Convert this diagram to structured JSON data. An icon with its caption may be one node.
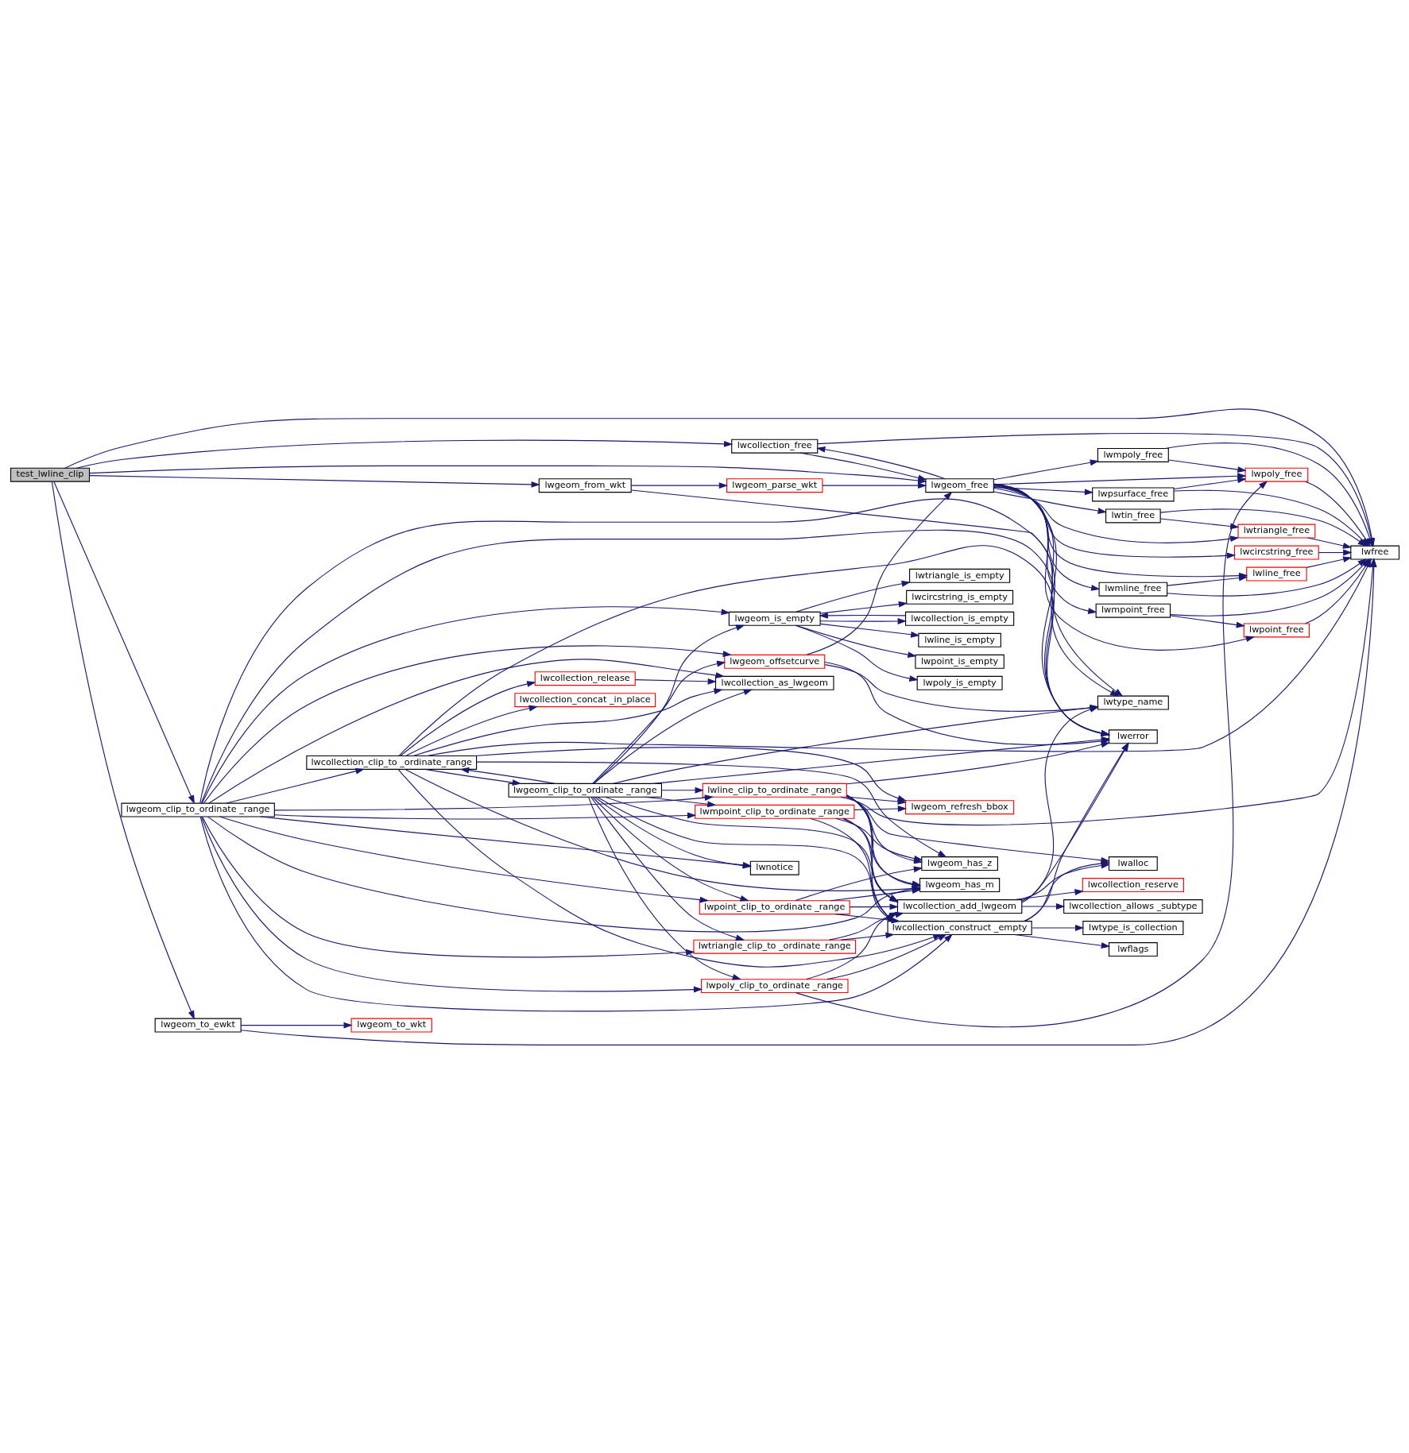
{
  "diagram": {
    "nodes": [
      {
        "text": [
          "test_lwline_clip"
        ]
      },
      {
        "text": [
          "lwcollection_free"
        ]
      },
      {
        "text": [
          "lwfree"
        ]
      },
      {
        "text": [
          "lwgeom_free"
        ]
      },
      {
        "text": [
          "lwgeom_from_wkt"
        ]
      },
      {
        "text": [
          "lwgeom_parse_wkt"
        ]
      },
      {
        "text": [
          "lwtin_free"
        ]
      },
      {
        "text": [
          "lwtriangle_free"
        ]
      },
      {
        "text": [
          "lwcircstring_free"
        ]
      },
      {
        "text": [
          "lwline_free"
        ]
      },
      {
        "text": [
          "lwmline_free"
        ]
      },
      {
        "text": [
          "lwmpoint_free"
        ]
      },
      {
        "text": [
          "lwpoint_free"
        ]
      },
      {
        "text": [
          "lwmpoly_free"
        ]
      },
      {
        "text": [
          "lwpoly_free"
        ]
      },
      {
        "text": [
          "lwpsurface_free"
        ]
      },
      {
        "text": [
          "lwtype_name"
        ]
      },
      {
        "text": [
          "lwerror"
        ]
      },
      {
        "text": [
          "lwgeom_clip_to_ordinate _range"
        ]
      },
      {
        "text": [
          "lwcollection_clip_to _ordinate_range"
        ]
      },
      {
        "text": [
          "lwgeom_clip_to_ordinate _range"
        ]
      },
      {
        "text": [
          "lwgeom_offsetcurve"
        ]
      },
      {
        "text": [
          "lwgeom_is_empty"
        ]
      },
      {
        "text": [
          "lwpoint_is_empty"
        ]
      },
      {
        "text": [
          "lwpoly_is_empty"
        ]
      },
      {
        "text": [
          "lwtriangle_is_empty"
        ]
      },
      {
        "text": [
          "lwcircstring_is_empty"
        ]
      },
      {
        "text": [
          "lwcollection_is_empty"
        ]
      },
      {
        "text": [
          "lwline_is_empty"
        ]
      },
      {
        "text": [
          "lwcollection_as_lwgeom"
        ]
      },
      {
        "text": [
          "lwcollection_concat _in_place"
        ]
      },
      {
        "text": [
          "lwcollection_release"
        ]
      },
      {
        "text": [
          "lwpoly_clip_to_ordinate _range"
        ]
      },
      {
        "text": [
          "lwcollection_construct _empty"
        ]
      },
      {
        "text": [
          "lwtype_is_collection"
        ]
      },
      {
        "text": [
          "lwflags"
        ]
      },
      {
        "text": [
          "lwnotice"
        ]
      },
      {
        "text": [
          "lwtriangle_clip_to _ordinate_range"
        ]
      },
      {
        "text": [
          "lwcollection_add_lwgeom"
        ]
      },
      {
        "text": [
          "lwcollection_reserve"
        ]
      },
      {
        "text": [
          "lwalloc"
        ]
      },
      {
        "text": [
          "lwpoint_clip_to_ordinate _range"
        ]
      },
      {
        "text": [
          "lwcollection_allows _subtype"
        ]
      },
      {
        "text": [
          "lwmpoint_clip_to_ordinate _range"
        ]
      },
      {
        "text": [
          "lwgeom_has_m"
        ]
      },
      {
        "text": [
          "lwgeom_refresh_bbox"
        ]
      },
      {
        "text": [
          "lwgeom_has_z"
        ]
      },
      {
        "text": [
          "lwline_clip_to_ordinate _range"
        ]
      },
      {
        "text": [
          "lwgeom_to_ewkt"
        ]
      },
      {
        "text": [
          "lwgeom_to_wkt"
        ]
      }
    ],
    "edges": [
      {
        "from": 0,
        "to": 2,
        "arrow": "to"
      },
      {
        "from": 0,
        "to": 1,
        "arrow": "to"
      },
      {
        "from": 0,
        "to": 3,
        "arrow": "to"
      },
      {
        "from": 0,
        "to": 4,
        "arrow": "to"
      },
      {
        "from": 0,
        "to": 18,
        "arrow": "to"
      },
      {
        "from": 0,
        "to": 48,
        "arrow": "to"
      },
      {
        "from": 1,
        "to": 2,
        "arrow": "to"
      },
      {
        "from": 1,
        "to": 3,
        "arrow": "to"
      },
      {
        "from": 3,
        "to": 1,
        "arrow": "to"
      },
      {
        "from": 4,
        "to": 5,
        "arrow": "to"
      },
      {
        "from": 4,
        "to": 17,
        "arrow": "to"
      },
      {
        "from": 5,
        "to": 3,
        "arrow": "to"
      },
      {
        "from": 3,
        "to": 6,
        "arrow": "to"
      },
      {
        "from": 3,
        "to": 7,
        "arrow": "to"
      },
      {
        "from": 3,
        "to": 8,
        "arrow": "to"
      },
      {
        "from": 3,
        "to": 9,
        "arrow": "to"
      },
      {
        "from": 3,
        "to": 10,
        "arrow": "to"
      },
      {
        "from": 3,
        "to": 11,
        "arrow": "to"
      },
      {
        "from": 3,
        "to": 12,
        "arrow": "to"
      },
      {
        "from": 3,
        "to": 13,
        "arrow": "to"
      },
      {
        "from": 3,
        "to": 14,
        "arrow": "to"
      },
      {
        "from": 3,
        "to": 15,
        "arrow": "to"
      },
      {
        "from": 3,
        "to": 16,
        "arrow": "to"
      },
      {
        "from": 3,
        "to": 17,
        "arrow": "to"
      },
      {
        "from": 6,
        "to": 2,
        "arrow": "to"
      },
      {
        "from": 6,
        "to": 7,
        "arrow": "to"
      },
      {
        "from": 7,
        "to": 2,
        "arrow": "to"
      },
      {
        "from": 8,
        "to": 2,
        "arrow": "to"
      },
      {
        "from": 9,
        "to": 2,
        "arrow": "to"
      },
      {
        "from": 10,
        "to": 9,
        "arrow": "to"
      },
      {
        "from": 10,
        "to": 2,
        "arrow": "to"
      },
      {
        "from": 11,
        "to": 2,
        "arrow": "to"
      },
      {
        "from": 11,
        "to": 12,
        "arrow": "to"
      },
      {
        "from": 12,
        "to": 2,
        "arrow": "to"
      },
      {
        "from": 13,
        "to": 2,
        "arrow": "to"
      },
      {
        "from": 13,
        "to": 14,
        "arrow": "to"
      },
      {
        "from": 14,
        "to": 2,
        "arrow": "to"
      },
      {
        "from": 15,
        "to": 14,
        "arrow": "to"
      },
      {
        "from": 15,
        "to": 2,
        "arrow": "to"
      },
      {
        "from": 18,
        "to": 16,
        "arrow": "to"
      },
      {
        "from": 18,
        "to": 17,
        "arrow": "to"
      },
      {
        "from": 18,
        "to": 21,
        "arrow": "to"
      },
      {
        "from": 18,
        "to": 22,
        "arrow": "to"
      },
      {
        "from": 18,
        "to": 29,
        "arrow": "to"
      },
      {
        "from": 18,
        "to": 33,
        "arrow": "to"
      },
      {
        "from": 18,
        "to": 19,
        "arrow": "to"
      },
      {
        "from": 18,
        "to": 32,
        "arrow": "to"
      },
      {
        "from": 18,
        "to": 36,
        "arrow": "to"
      },
      {
        "from": 18,
        "to": 37,
        "arrow": "to"
      },
      {
        "from": 18,
        "to": 41,
        "arrow": "to"
      },
      {
        "from": 18,
        "to": 43,
        "arrow": "to"
      },
      {
        "from": 18,
        "to": 44,
        "arrow": "to"
      },
      {
        "from": 18,
        "to": 47,
        "arrow": "to"
      },
      {
        "from": 19,
        "to": 2,
        "arrow": "to"
      },
      {
        "from": 19,
        "to": 20,
        "arrow": "to"
      },
      {
        "from": 19,
        "to": 30,
        "arrow": "to"
      },
      {
        "from": 19,
        "to": 31,
        "arrow": "to"
      },
      {
        "from": 19,
        "to": 29,
        "arrow": "to"
      },
      {
        "from": 19,
        "to": 33,
        "arrow": "to"
      },
      {
        "from": 19,
        "to": 17,
        "arrow": "to"
      },
      {
        "from": 19,
        "to": 44,
        "arrow": "to"
      },
      {
        "from": 19,
        "to": 45,
        "arrow": "to"
      },
      {
        "from": 19,
        "to": 46,
        "arrow": "to"
      },
      {
        "from": 20,
        "to": 19,
        "arrow": "to"
      },
      {
        "from": 20,
        "to": 21,
        "arrow": "to"
      },
      {
        "from": 20,
        "to": 22,
        "arrow": "to"
      },
      {
        "from": 20,
        "to": 29,
        "arrow": "to"
      },
      {
        "from": 20,
        "to": 16,
        "arrow": "to"
      },
      {
        "from": 20,
        "to": 33,
        "arrow": "to"
      },
      {
        "from": 20,
        "to": 38,
        "arrow": "to"
      },
      {
        "from": 20,
        "to": 32,
        "arrow": "to"
      },
      {
        "from": 20,
        "to": 36,
        "arrow": "to"
      },
      {
        "from": 20,
        "to": 37,
        "arrow": "to"
      },
      {
        "from": 20,
        "to": 41,
        "arrow": "to"
      },
      {
        "from": 20,
        "to": 43,
        "arrow": "to"
      },
      {
        "from": 20,
        "to": 47,
        "arrow": "to"
      },
      {
        "from": 20,
        "to": 17,
        "arrow": "to"
      },
      {
        "from": 21,
        "to": 3,
        "arrow": "to"
      },
      {
        "from": 21,
        "to": 16,
        "arrow": "to"
      },
      {
        "from": 21,
        "to": 17,
        "arrow": "to"
      },
      {
        "from": 22,
        "to": 23,
        "arrow": "to"
      },
      {
        "from": 22,
        "to": 24,
        "arrow": "to"
      },
      {
        "from": 22,
        "to": 25,
        "arrow": "to"
      },
      {
        "from": 22,
        "to": 26,
        "arrow": "to"
      },
      {
        "from": 22,
        "to": 27,
        "arrow": "to"
      },
      {
        "from": 22,
        "to": 28,
        "arrow": "to"
      },
      {
        "from": 27,
        "to": 22,
        "arrow": "to"
      },
      {
        "from": 31,
        "to": 29,
        "arrow": "to"
      },
      {
        "from": 32,
        "to": 33,
        "arrow": "to"
      },
      {
        "from": 32,
        "to": 38,
        "arrow": "to"
      },
      {
        "from": 32,
        "to": 14,
        "arrow": "to"
      },
      {
        "from": 33,
        "to": 17,
        "arrow": "to"
      },
      {
        "from": 33,
        "to": 34,
        "arrow": "to"
      },
      {
        "from": 33,
        "to": 35,
        "arrow": "to"
      },
      {
        "from": 33,
        "to": 40,
        "arrow": "to"
      },
      {
        "from": 37,
        "to": 33,
        "arrow": "to"
      },
      {
        "from": 37,
        "to": 38,
        "arrow": "to"
      },
      {
        "from": 38,
        "to": 39,
        "arrow": "to"
      },
      {
        "from": 38,
        "to": 40,
        "arrow": "to"
      },
      {
        "from": 38,
        "to": 42,
        "arrow": "to"
      },
      {
        "from": 38,
        "to": 17,
        "arrow": "to"
      },
      {
        "from": 38,
        "to": 16,
        "arrow": "to"
      },
      {
        "from": 41,
        "to": 33,
        "arrow": "to"
      },
      {
        "from": 41,
        "to": 38,
        "arrow": "to"
      },
      {
        "from": 41,
        "to": 44,
        "arrow": "to"
      },
      {
        "from": 41,
        "to": 46,
        "arrow": "to"
      },
      {
        "from": 43,
        "to": 33,
        "arrow": "to"
      },
      {
        "from": 43,
        "to": 38,
        "arrow": "to"
      },
      {
        "from": 43,
        "to": 44,
        "arrow": "to"
      },
      {
        "from": 43,
        "to": 45,
        "arrow": "to"
      },
      {
        "from": 43,
        "to": 46,
        "arrow": "to"
      },
      {
        "from": 47,
        "to": 33,
        "arrow": "to"
      },
      {
        "from": 47,
        "to": 38,
        "arrow": "to"
      },
      {
        "from": 47,
        "to": 44,
        "arrow": "to"
      },
      {
        "from": 47,
        "to": 45,
        "arrow": "to"
      },
      {
        "from": 47,
        "to": 46,
        "arrow": "to"
      },
      {
        "from": 47,
        "to": 40,
        "arrow": "to"
      },
      {
        "from": 47,
        "to": 17,
        "arrow": "to"
      },
      {
        "from": 47,
        "to": 2,
        "arrow": "to"
      },
      {
        "from": 48,
        "to": 2,
        "arrow": "to"
      },
      {
        "from": 48,
        "to": 49,
        "arrow": "to"
      }
    ]
  }
}
